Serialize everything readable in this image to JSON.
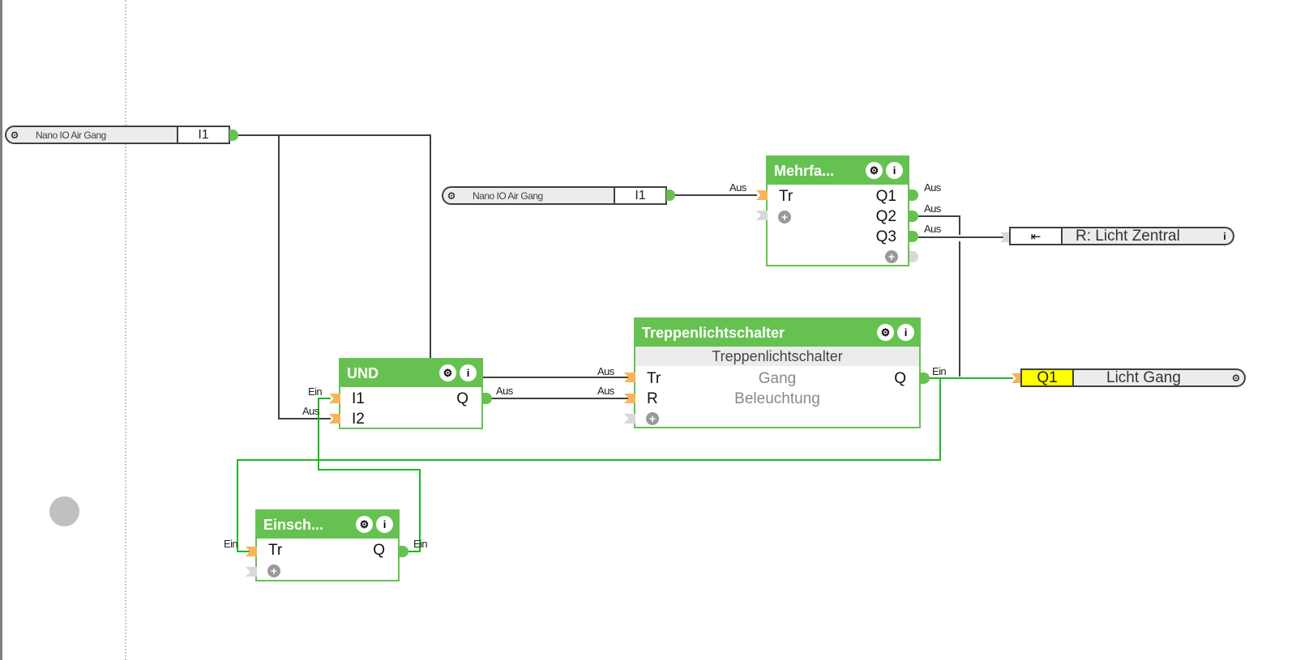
{
  "canvas": {
    "accent_color": "#66c250",
    "wire_color_black": "#404040",
    "wire_color_green": "#1fb81f",
    "highlight_color": "#ffff00"
  },
  "inputs": [
    {
      "name": "Nano IO Air Gang",
      "address": "I1",
      "icon": "gear-icon"
    },
    {
      "name": "Nano IO Air Gang",
      "address": "I1",
      "icon": "gear-icon"
    }
  ],
  "outputs": [
    {
      "name": "R: Licht Zentral",
      "address_icon": "input-arrow-icon",
      "icon": "info-icon"
    },
    {
      "name": "Licht Gang",
      "address": "Q1",
      "icon": "gear-icon"
    }
  ],
  "blocks": {
    "mehrfach": {
      "title": "Mehrfa...",
      "inputs": [
        "Tr"
      ],
      "outputs": [
        "Q1",
        "Q2",
        "Q3"
      ]
    },
    "treppen": {
      "title": "Treppenlichtschalter",
      "subtitle": "Treppenlichtschalter",
      "inputs": [
        "Tr",
        "R"
      ],
      "outputs": [
        "Q"
      ],
      "description": [
        "Gang",
        "Beleuchtung"
      ]
    },
    "und": {
      "title": "UND",
      "inputs": [
        "I1",
        "I2"
      ],
      "outputs": [
        "Q"
      ]
    },
    "einsch": {
      "title": "Einsch...",
      "inputs": [
        "Tr"
      ],
      "outputs": [
        "Q"
      ]
    }
  },
  "wire_labels": {
    "aus": "Aus",
    "ein": "Ein"
  },
  "block_buttons": {
    "settings_icon": "gear-icon",
    "info_icon": "info-icon",
    "add_icon": "plus-icon"
  }
}
